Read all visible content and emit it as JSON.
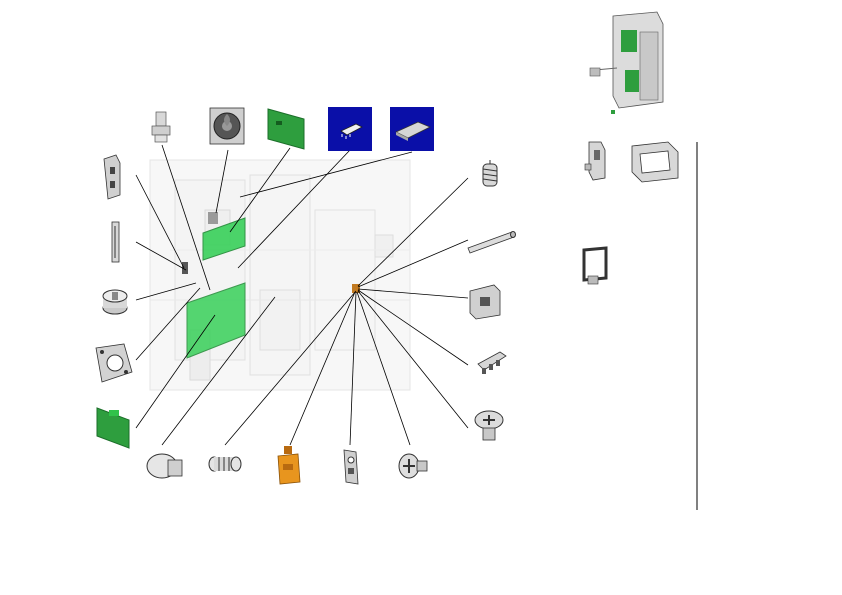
{
  "diagram": {
    "kind": "exploded-assembly-view",
    "colors": {
      "background": "#ffffff",
      "leader_line": "#000000",
      "pcb_green": "#2e9e3e",
      "pcb_highlight": "#31c24a",
      "chip_tile": "#0a0fa8",
      "connector_orange": "#e8951e",
      "metal_gray": "#8c8c8c",
      "ghost_assembly": "#d9d9d9",
      "divider": "#000000"
    },
    "parts": [
      {
        "id": "bracket-left",
        "icon": "sheet-metal-bracket-icon"
      },
      {
        "id": "standoff",
        "icon": "standoff-pin-icon"
      },
      {
        "id": "fan",
        "icon": "cooling-fan-icon"
      },
      {
        "id": "pcb-small",
        "icon": "pcb-board-icon"
      },
      {
        "id": "ic-chip",
        "icon": "ic-chip-icon"
      },
      {
        "id": "cover-plate",
        "icon": "cover-plate-icon"
      },
      {
        "id": "guide-rail",
        "icon": "guide-rail-icon"
      },
      {
        "id": "thumb-knob",
        "icon": "knob-icon"
      },
      {
        "id": "mount-frame",
        "icon": "mounting-frame-icon"
      },
      {
        "id": "pcb-large",
        "icon": "pcb-board-icon"
      },
      {
        "id": "spring-right",
        "icon": "coil-spring-icon"
      },
      {
        "id": "shaft",
        "icon": "rod-shaft-icon"
      },
      {
        "id": "block",
        "icon": "square-block-icon"
      },
      {
        "id": "connector-right",
        "icon": "connector-icon"
      },
      {
        "id": "screw-right",
        "icon": "phillips-screw-icon"
      },
      {
        "id": "mushroom-button",
        "icon": "mushroom-button-icon"
      },
      {
        "id": "spring-bottom",
        "icon": "coil-spring-icon"
      },
      {
        "id": "orange-connector",
        "icon": "orange-connector-icon"
      },
      {
        "id": "clip",
        "icon": "spring-clip-icon"
      },
      {
        "id": "screw-bottom",
        "icon": "phillips-screw-icon"
      }
    ],
    "side_parts": [
      {
        "id": "side-bracket",
        "icon": "sheet-metal-bracket-icon"
      },
      {
        "id": "side-frame",
        "icon": "rectangular-frame-icon"
      },
      {
        "id": "side-u-bracket",
        "icon": "u-bracket-icon"
      }
    ],
    "inset": {
      "icon": "full-assembly-thumbnail-icon"
    }
  }
}
